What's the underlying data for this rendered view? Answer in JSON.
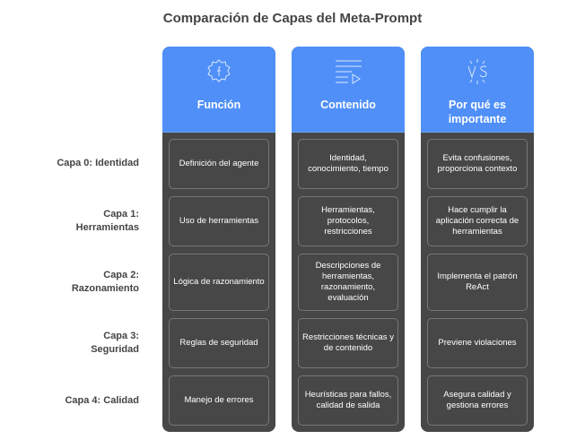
{
  "title": "Comparación de Capas del Meta-Prompt",
  "rows": [
    "Capa 0: Identidad",
    "Capa 1: Herramientas",
    "Capa 2: Razonamiento",
    "Capa 3: Seguridad",
    "Capa 4: Calidad"
  ],
  "columns": [
    {
      "header": "Función",
      "icon": "function-gear-icon",
      "cells": [
        "Definición del agente",
        "Uso de herramientas",
        "Lógica de razonamiento",
        "Reglas de seguridad",
        "Manejo de errores"
      ]
    },
    {
      "header": "Contenido",
      "icon": "list-play-icon",
      "cells": [
        "Identidad, conocimiento, tiempo",
        "Herramientas, protocolos, restricciones",
        "Descripciones de herramientas, razonamiento, evaluación",
        "Restricciones técnicas y de contenido",
        "Heurísticas para fallos, calidad de salida"
      ]
    },
    {
      "header": "Por qué es importante",
      "icon": "vs-icon",
      "cells": [
        "Evita confusiones, proporciona contexto",
        "Hace cumplir la aplicación correcta de herramientas",
        "Implementa el patrón ReAct",
        "Previene violaciones",
        "Asegura calidad y gestiona errores"
      ]
    }
  ]
}
